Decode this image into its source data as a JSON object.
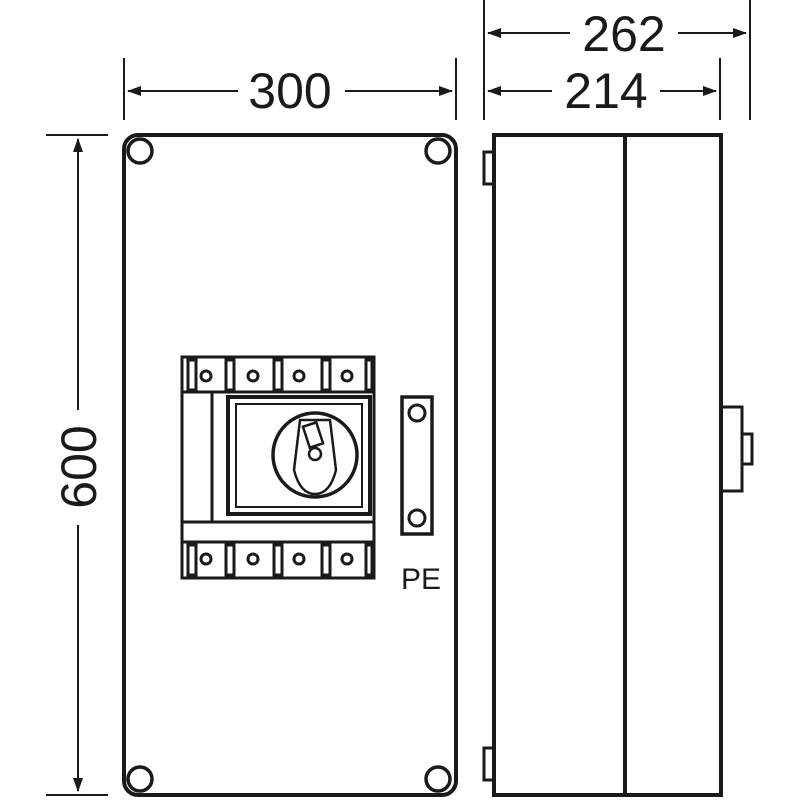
{
  "dimensions": {
    "front_width": "300",
    "front_height": "600",
    "side_depth_total": "262",
    "side_depth_body": "214"
  },
  "labels": {
    "pe": "PE"
  },
  "colors": {
    "line": "#1a1a1a",
    "background": "#ffffff"
  }
}
